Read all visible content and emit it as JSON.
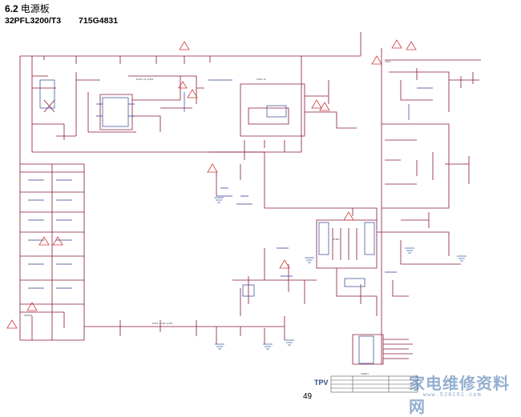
{
  "header": {
    "section_number": "6.2",
    "section_title": "电源板",
    "model": "32PFL3200/T3",
    "board_code": "715G4831"
  },
  "footer": {
    "page_number": "49",
    "logo": "TPV"
  },
  "watermark": {
    "text": "家电维修资料网",
    "url": "www.520101.com"
  },
  "colors": {
    "wire": "#8b1a3a",
    "component": "#2b3f8c",
    "warning": "#d23a3a",
    "ground": "#3f5fa8"
  }
}
